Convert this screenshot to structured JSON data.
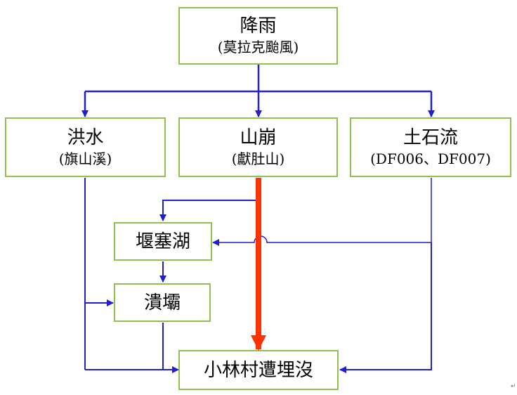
{
  "nodes": {
    "rain": {
      "title": "降雨",
      "subtitle": "(莫拉克颱風)"
    },
    "flood": {
      "title": "洪水",
      "subtitle": "(旗山溪)"
    },
    "landslide": {
      "title": "山崩",
      "subtitle": "(獻肚山)"
    },
    "debris": {
      "title": "土石流",
      "subtitle": "(DF006、DF007)"
    },
    "dam_lake": {
      "title": "堰塞湖"
    },
    "breach": {
      "title": "潰壩"
    },
    "buried": {
      "title": "小林村遭埋沒"
    }
  },
  "colors": {
    "box_border": "#92c050",
    "arrow": "#1f1fd0",
    "main_arrow": "#ff3300"
  },
  "footer_mark": "↵"
}
